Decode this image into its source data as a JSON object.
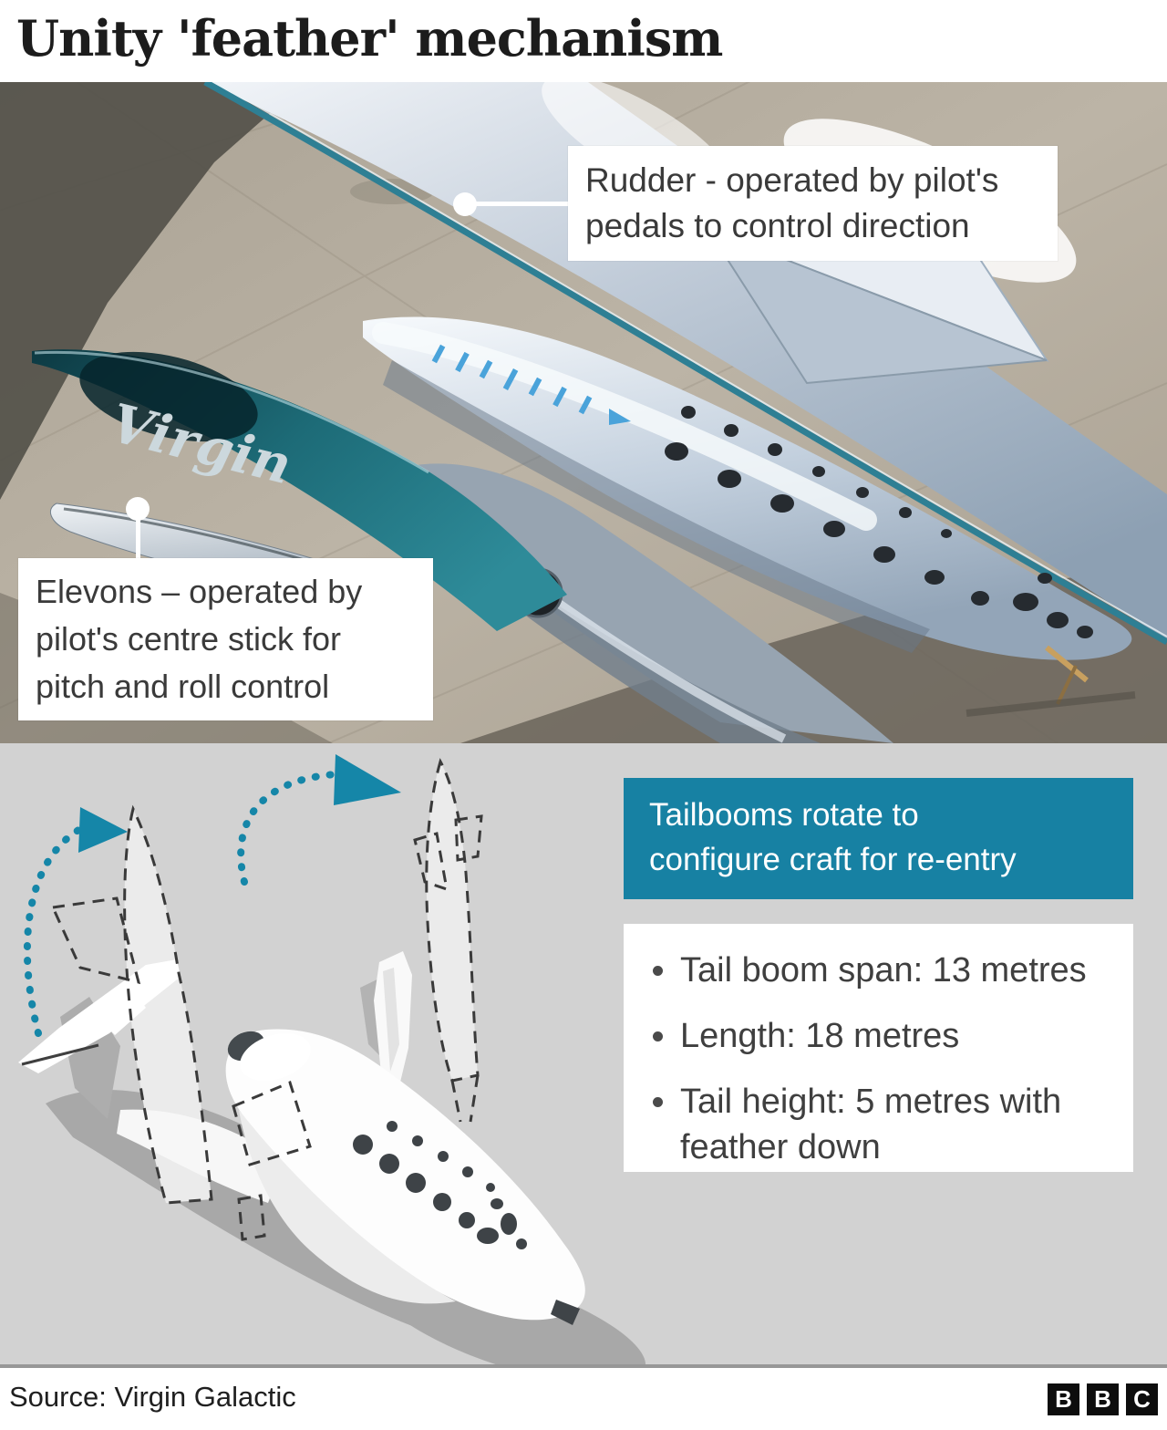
{
  "title": "Unity 'feather' mechanism",
  "photo": {
    "rudder_callout_lines": [
      "Rudder - operated by pilot's",
      "pedals to control direction"
    ],
    "elevons_callout_lines": [
      "Elevons – operated by",
      "pilot's centre stick for",
      "pitch and roll control"
    ],
    "virgin_logo": "Virgin"
  },
  "feather_panel": {
    "headline_lines": [
      "Tailbooms rotate to",
      "configure craft for re-entry"
    ],
    "specs": [
      "Tail boom span: 13 metres",
      "Length: 18 metres",
      "Tail height: 5 metres with feather down"
    ]
  },
  "footer": {
    "source": "Source: Virgin Galactic",
    "logo_letters": [
      "B",
      "B",
      "C"
    ]
  },
  "colors": {
    "teal_box": "#1781A3",
    "arrow_teal": "#1586A8",
    "panel_bg": "#d2d2d2",
    "callout_text": "#3a3a3a",
    "boom_teal_dark": "#0d3a43"
  }
}
